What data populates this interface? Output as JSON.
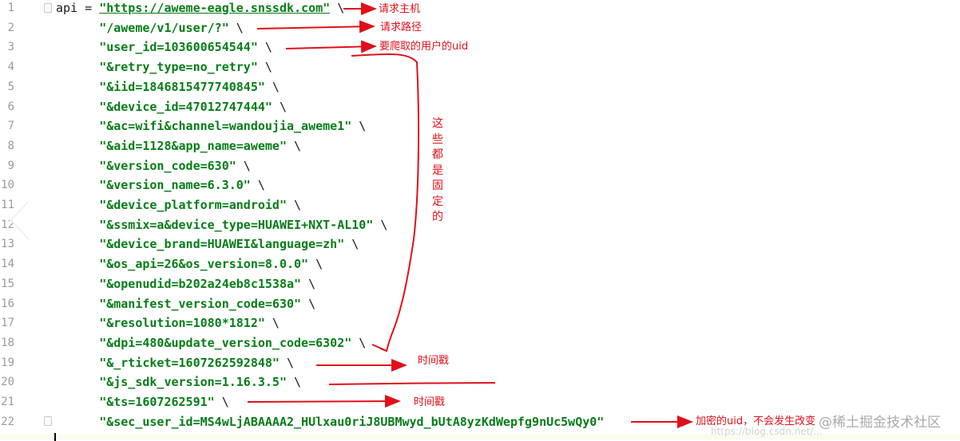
{
  "editor": {
    "line_numbers": [
      "1",
      "2",
      "3",
      "4",
      "5",
      "6",
      "7",
      "8",
      "9",
      "10",
      "11",
      "12",
      "13",
      "14",
      "15",
      "16",
      "17",
      "18",
      "19",
      "20",
      "21",
      "22"
    ],
    "lines": [
      {
        "prefix": "api = ",
        "text": "\"https://aweme-eagle.snssdk.com\"",
        "suffix": " \\"
      },
      {
        "prefix": "      ",
        "text": "\"/aweme/v1/user/?\"",
        "suffix": " \\"
      },
      {
        "prefix": "      ",
        "text": "\"user_id=103600654544\"",
        "suffix": " \\"
      },
      {
        "prefix": "      ",
        "text": "\"&retry_type=no_retry\"",
        "suffix": " \\"
      },
      {
        "prefix": "      ",
        "text": "\"&iid=1846815477740845\"",
        "suffix": " \\"
      },
      {
        "prefix": "      ",
        "text": "\"&device_id=47012747444\"",
        "suffix": " \\"
      },
      {
        "prefix": "      ",
        "text": "\"&ac=wifi&channel=wandoujia_aweme1\"",
        "suffix": " \\"
      },
      {
        "prefix": "      ",
        "text": "\"&aid=1128&app_name=aweme\"",
        "suffix": " \\"
      },
      {
        "prefix": "      ",
        "text": "\"&version_code=630\"",
        "suffix": " \\"
      },
      {
        "prefix": "      ",
        "text": "\"&version_name=6.3.0\"",
        "suffix": " \\"
      },
      {
        "prefix": "      ",
        "text": "\"&device_platform=android\"",
        "suffix": " \\"
      },
      {
        "prefix": "      ",
        "text": "\"&ssmix=a&device_type=HUAWEI+NXT-AL10\"",
        "suffix": " \\"
      },
      {
        "prefix": "      ",
        "text": "\"&device_brand=HUAWEI&language=zh\"",
        "suffix": " \\"
      },
      {
        "prefix": "      ",
        "text": "\"&os_api=26&os_version=8.0.0\"",
        "suffix": " \\"
      },
      {
        "prefix": "      ",
        "text": "\"&openudid=b202a24eb8c1538a\"",
        "suffix": " \\"
      },
      {
        "prefix": "      ",
        "text": "\"&manifest_version_code=630\"",
        "suffix": " \\"
      },
      {
        "prefix": "      ",
        "text": "\"&resolution=1080*1812\"",
        "suffix": " \\"
      },
      {
        "prefix": "      ",
        "text": "\"&dpi=480&update_version_code=6302\"",
        "suffix": " \\"
      },
      {
        "prefix": "      ",
        "text": "\"&_rticket=1607262592848\"",
        "suffix": " \\"
      },
      {
        "prefix": "      ",
        "text": "\"&js_sdk_version=1.16.3.5\"",
        "suffix": " \\"
      },
      {
        "prefix": "      ",
        "text": "\"&ts=1607262591\"",
        "suffix": " \\"
      },
      {
        "prefix": "      ",
        "text": "\"&sec_user_id=MS4wLjABAAAA2_HUlxau0riJ8UBMwyd_bUtA8yzKdWepfg9nUc5wQy0\"",
        "suffix": ""
      }
    ]
  },
  "annotations": {
    "host": "请求主机",
    "path": "请求路径",
    "uid": "要爬取的用户的uid",
    "fixed": "这些都是固定的",
    "timestamp1": "时间戳",
    "timestamp2": "时间戳",
    "encrypted": "加密的uid，不会发生改变"
  },
  "watermark": {
    "brand": "@稀土掘金技术社区",
    "sub": "https://blog.csdn.net/..."
  },
  "colors": {
    "string": "#067d17",
    "annotation": "#e0101a",
    "line_number": "#9a9a9a"
  }
}
